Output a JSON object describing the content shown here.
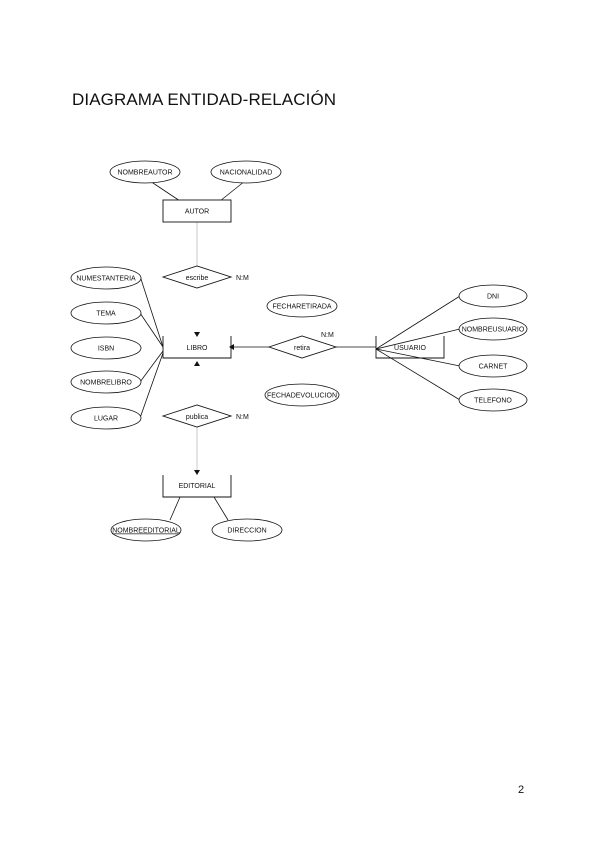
{
  "title": "DIAGRAMA ENTIDAD-RELACIÓN",
  "page_number": "2",
  "entities": {
    "autor": "AUTOR",
    "libro": "LIBRO",
    "usuario": "USUARIO",
    "editorial": "EDITORIAL"
  },
  "relationships": {
    "escribe": {
      "label": "escribe",
      "cardinality": "N:M"
    },
    "retira": {
      "label": "retira",
      "cardinality": "N:M"
    },
    "publica": {
      "label": "publica",
      "cardinality": "N:M"
    }
  },
  "attributes": {
    "nombreautor": "NOMBREAUTOR",
    "nacionalidad": "NACIONALIDAD",
    "numestanteria": "NUMESTANTERIA",
    "tema": "TEMA",
    "isbn": "ISBN",
    "nombrelibro": "NOMBRELIBRO",
    "lugar": "LUGAR",
    "fecharetirada": "FECHARETIRADA",
    "fechadevolucion": "FECHADEVOLUCION",
    "dni": "DNI",
    "nombreusuario": "NOMBREUSUARIO",
    "carnet": "CARNET",
    "telefono": "TELEFONO",
    "nombreeditorial": "NOMBREEDITORIAL",
    "direccion": "DIRECCION"
  },
  "colors": {
    "stroke": "#111111",
    "connector_light": "#bbbbbb"
  }
}
